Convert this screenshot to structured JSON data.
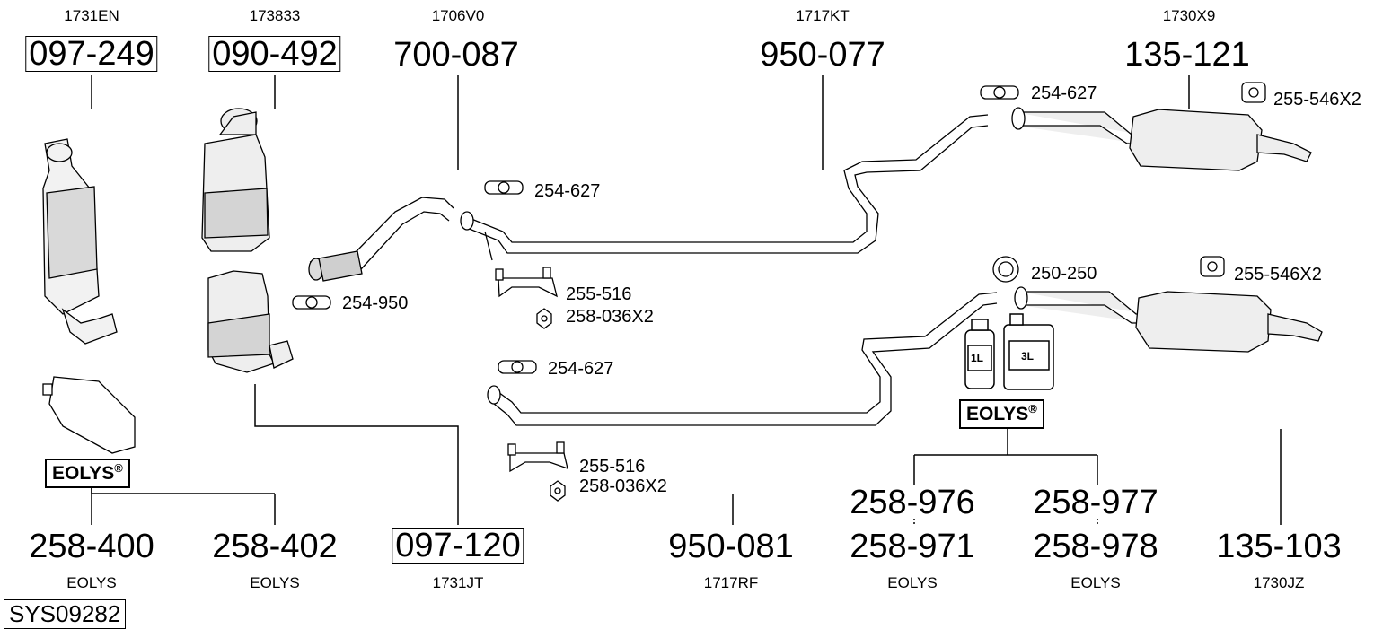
{
  "top": [
    {
      "oem": "1731EN",
      "part": "097-249",
      "boxed": true
    },
    {
      "oem": "173833",
      "part": "090-492",
      "boxed": true
    },
    {
      "oem": "1706V0",
      "part": "700-087",
      "boxed": false
    },
    {
      "oem": "1717KT",
      "part": "950-077",
      "boxed": false
    },
    {
      "oem": "1730X9",
      "part": "135-121",
      "boxed": false
    }
  ],
  "bottom": [
    {
      "part": "258-400",
      "oem": "EOLYS",
      "boxed": false
    },
    {
      "part": "258-402",
      "oem": "EOLYS",
      "boxed": false
    },
    {
      "part": "097-120",
      "oem": "1731JT",
      "boxed": true
    },
    {
      "part": "950-081",
      "oem": "1717RF",
      "boxed": false
    },
    {
      "part_top": "258-976",
      "part": "258-971",
      "oem": "EOLYS",
      "boxed": false
    },
    {
      "part_top": "258-977",
      "part": "258-978",
      "oem": "EOLYS",
      "boxed": false
    },
    {
      "part": "135-103",
      "oem": "1730JZ",
      "boxed": false
    }
  ],
  "accessories": {
    "clamp_a": "254-627",
    "clamp_b": "254-950",
    "clamp_c": "254-627",
    "clamp_d": "254-627",
    "clamp_e": "250-250",
    "hanger_a": "255-546X2",
    "hanger_b": "255-546X2",
    "bracket_a": "255-516",
    "nut_a": "258-036X2",
    "bracket_b": "255-516",
    "nut_b": "258-036X2"
  },
  "badges": {
    "eolys_left": "EOLYS",
    "eolys_right": "EOLYS",
    "registered": "®",
    "bottle_small": "1L",
    "bottle_large": "3L"
  },
  "system_ref": "SYS09282"
}
